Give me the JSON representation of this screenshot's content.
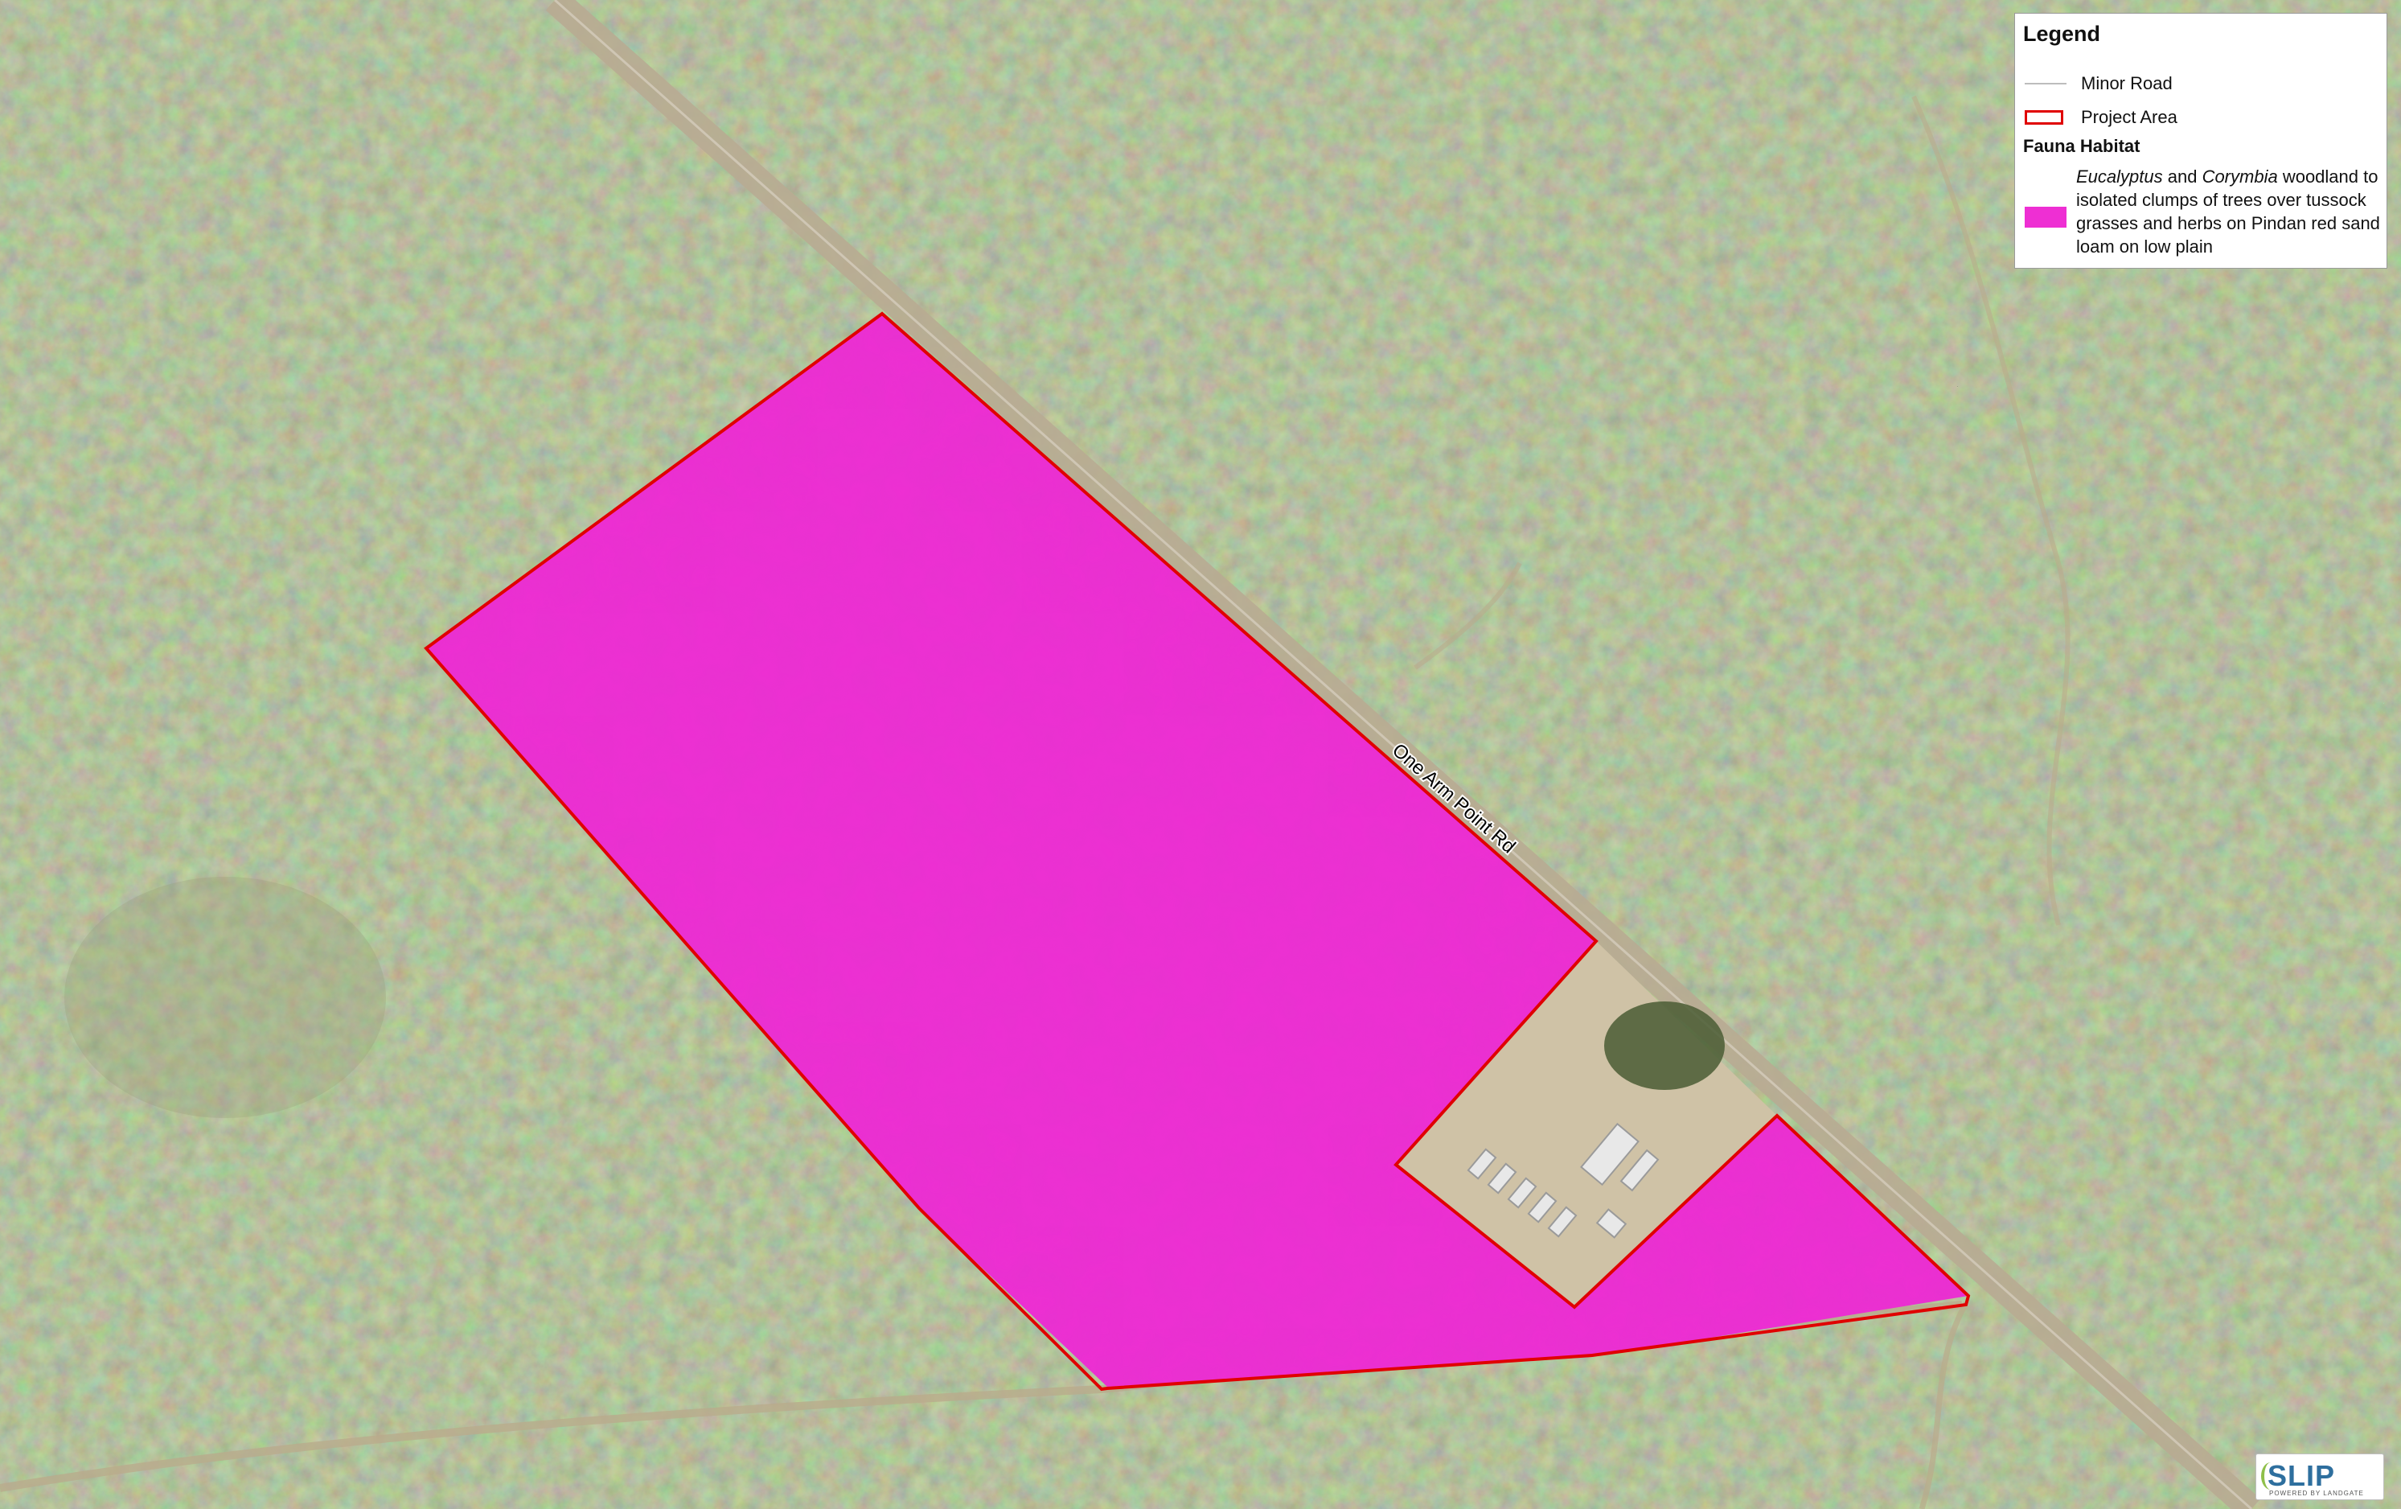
{
  "map": {
    "road_label": "One Arm Point Rd",
    "colors": {
      "project_boundary": "#e00000",
      "fauna_habitat_fill": "#ee2fd3",
      "minor_road": "#bdbdbd",
      "vegetation_base": "#6f7f55"
    }
  },
  "legend": {
    "title": "Legend",
    "items": [
      {
        "label": "Minor Road",
        "symbol": "line"
      },
      {
        "label": "Project Area",
        "symbol": "outline-box"
      }
    ],
    "section_title": "Fauna Habitat",
    "habitat": {
      "part1": "Eucalyptus",
      "part2": " and ",
      "part3": "Corymbia",
      "part4": " woodland to isolated clumps of trees over tussock grasses and herbs on Pindan red sand loam on low plain"
    }
  },
  "logo": {
    "text": "SLIP",
    "tagline": "POWERED BY LANDGATE"
  }
}
